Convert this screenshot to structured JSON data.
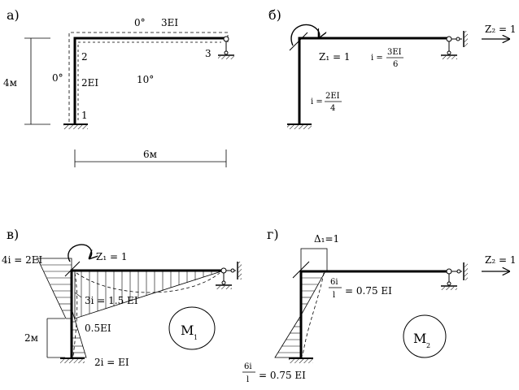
{
  "panels": {
    "a": {
      "letter": "а)",
      "beam_temp": "0°",
      "beam_stiffness": "3EI",
      "node2": "2",
      "node3": "3",
      "node1": "1",
      "left_temp": "0°",
      "column_stiffness": "2EI",
      "inside_temp": "10°",
      "height": "4м",
      "span": "6м"
    },
    "b": {
      "letter": "б)",
      "z1": "Z₁ = 1",
      "beam_i": "i =",
      "beam_i_num": "3EI",
      "beam_i_den": "6",
      "col_i": "i =",
      "col_i_num": "2EI",
      "col_i_den": "4",
      "z2": "Z₂ = 1"
    },
    "c": {
      "letter": "в)",
      "top_moment": "4i = 2EI",
      "z1": "Z₁ = 1",
      "beam_moment": "3i = 1.5 EI",
      "mid_moment": "0.5EI",
      "seg": "2м",
      "bottom_moment": "2i = EI",
      "diagram_name": "M",
      "diagram_sub": "1"
    },
    "d": {
      "letter": "г)",
      "delta": "Δ₁=1",
      "top_num": "6i",
      "top_den": "l",
      "top_val": "= 0.75 EI",
      "z2": "Z₂ = 1",
      "diagram_name": "M",
      "diagram_sub": "2",
      "bottom_num": "6i",
      "bottom_den": "l",
      "bottom_val": "= 0.75 EI"
    }
  }
}
